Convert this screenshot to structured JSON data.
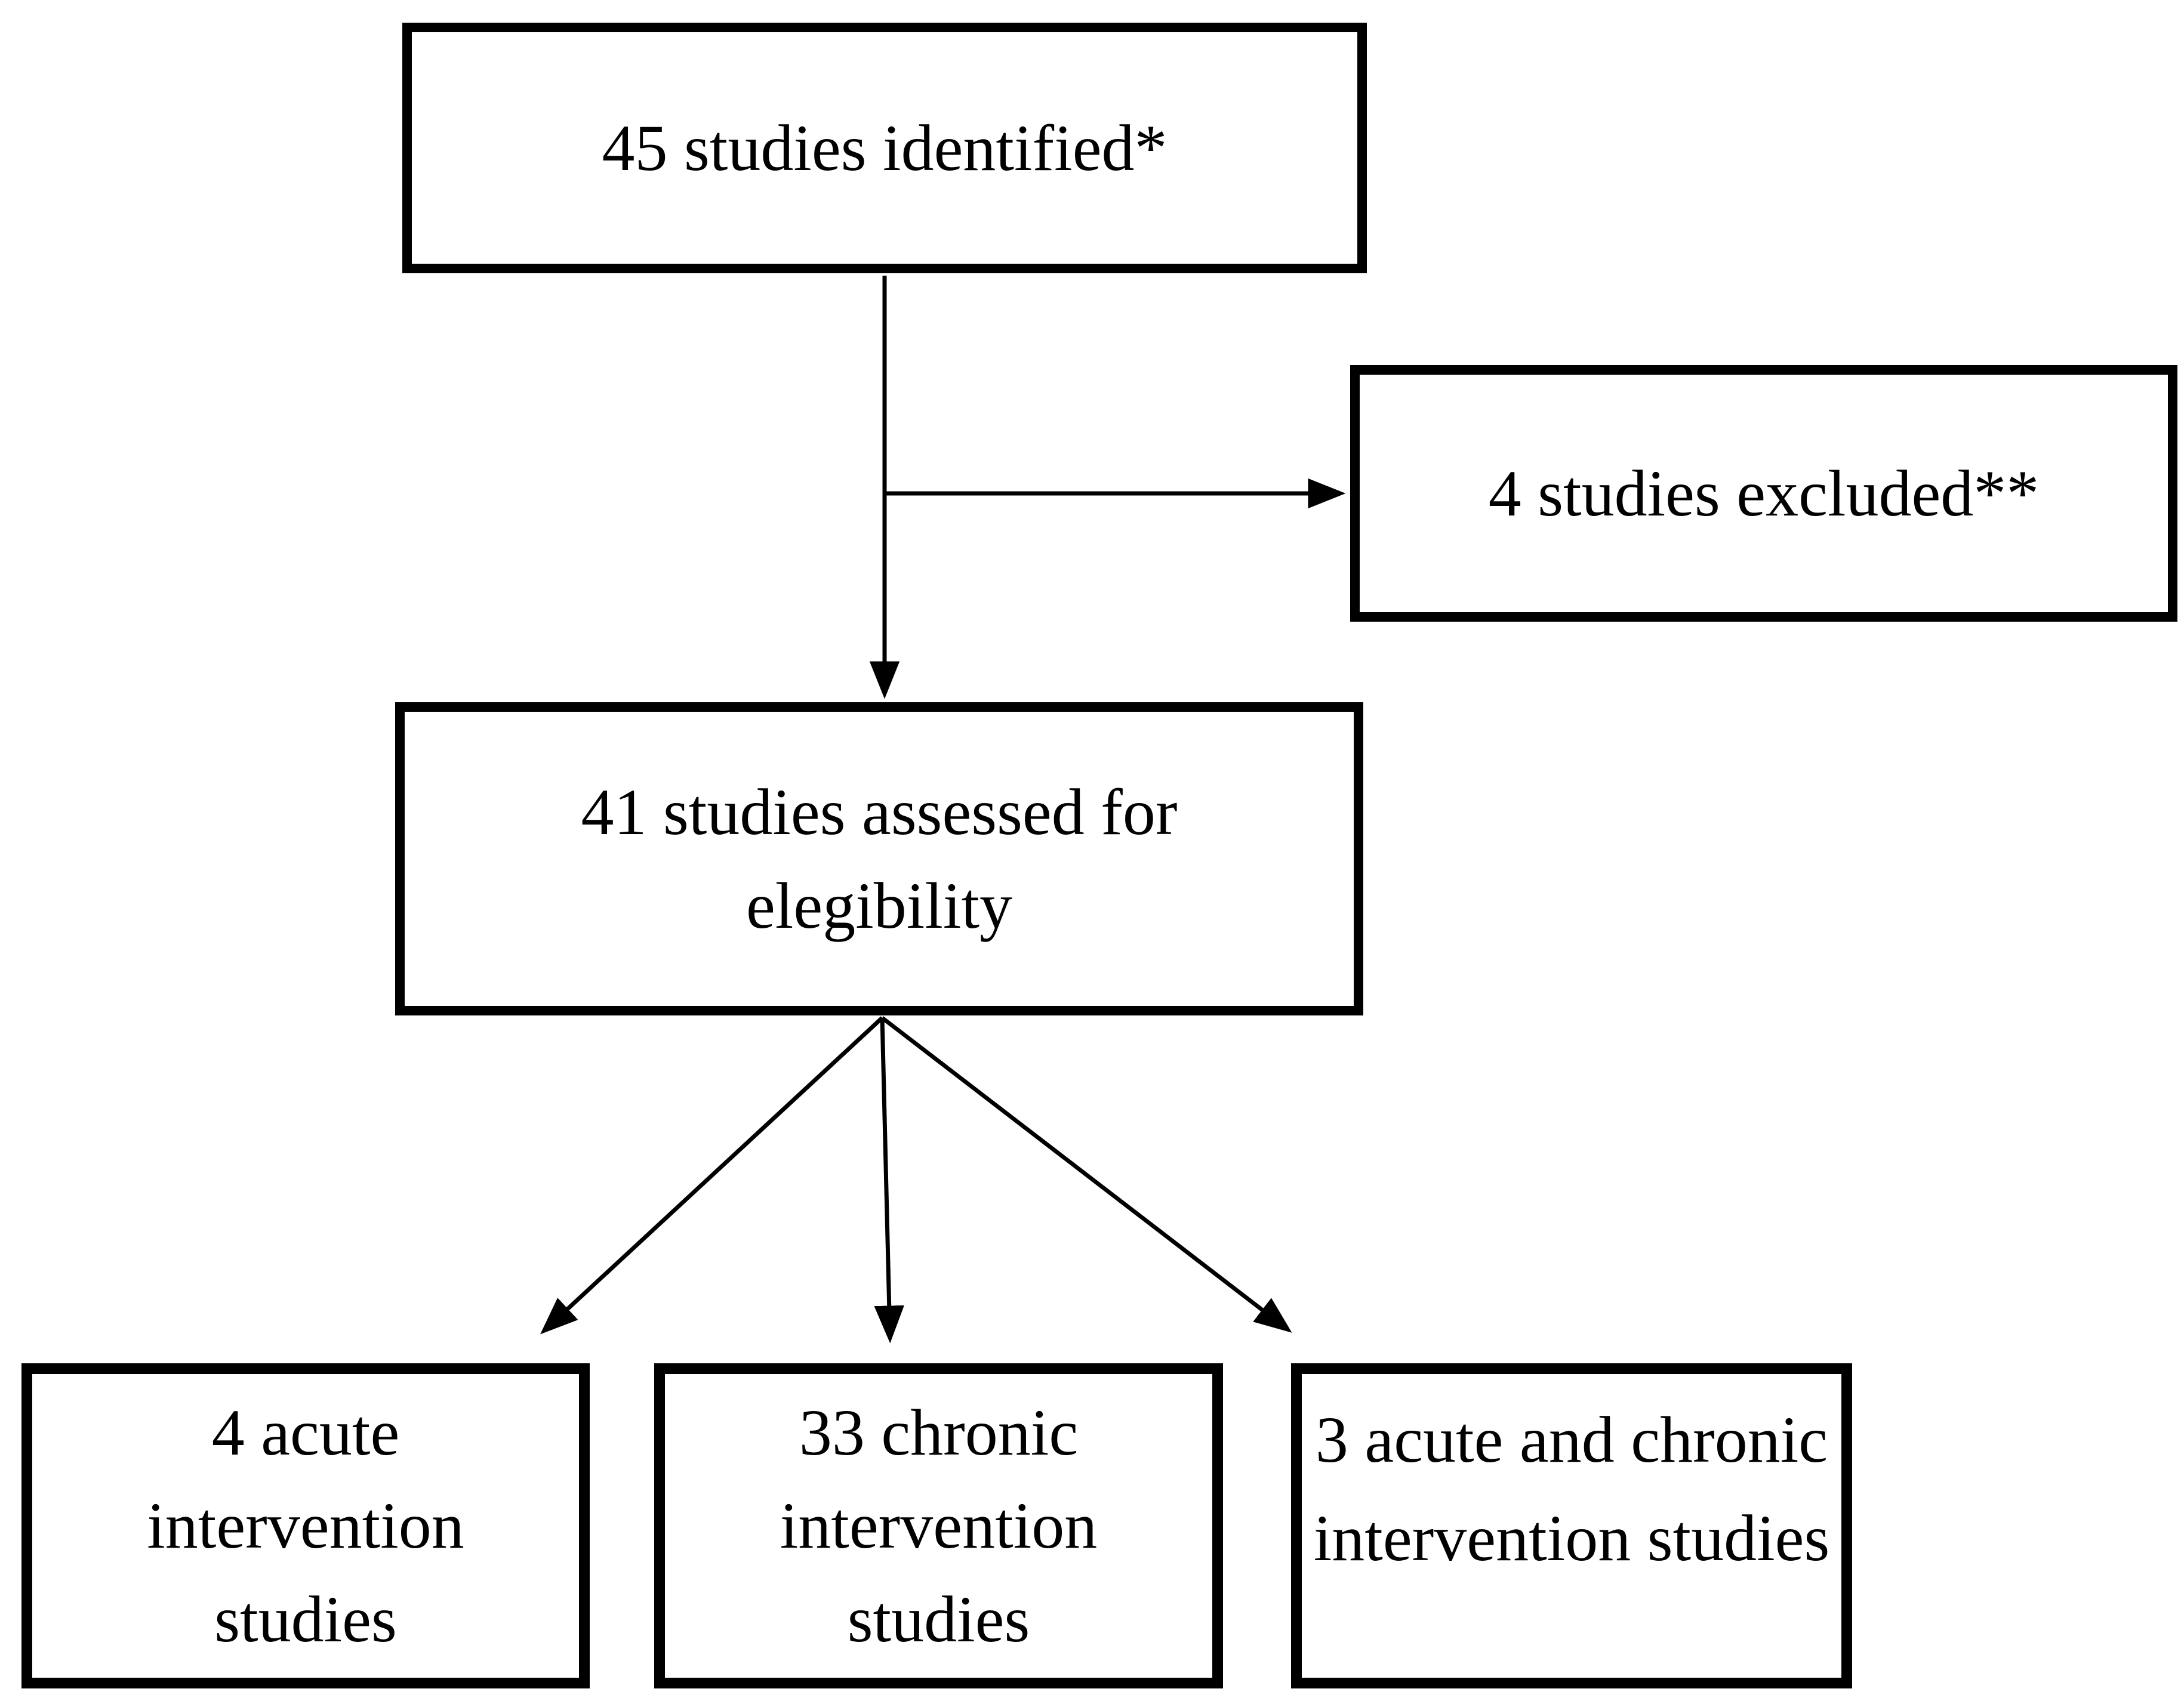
{
  "flowchart": {
    "background_color": "#ffffff",
    "box_border_color": "#000000",
    "text_color": "#000000",
    "arrow_color": "#000000",
    "nodes": [
      {
        "id": "identified",
        "label": "45 studies identified*",
        "lines": [
          "45 studies identified*"
        ]
      },
      {
        "id": "excluded",
        "label": "4 studies excluded**",
        "lines": [
          "4 studies excluded**"
        ]
      },
      {
        "id": "assessed",
        "label": "41 studies assessed for elegibility",
        "lines": [
          "41 studies assessed for",
          "elegibility"
        ]
      },
      {
        "id": "acute",
        "label": "4 acute intervention studies",
        "lines": [
          "4 acute",
          "intervention",
          "studies"
        ]
      },
      {
        "id": "chronic",
        "label": "33 chronic intervention studies",
        "lines": [
          "33 chronic",
          "intervention",
          "studies"
        ]
      },
      {
        "id": "acute-chronic",
        "label": "3 acute and chronic intervention studies",
        "lines": [
          "3 acute and chronic",
          "intervention studies"
        ]
      }
    ],
    "edges": [
      {
        "from": "identified",
        "to": "assessed",
        "style": "arrow-down"
      },
      {
        "from": "identified",
        "to": "excluded",
        "style": "arrow-branch-right"
      },
      {
        "from": "assessed",
        "to": "acute",
        "style": "arrow-diagonal"
      },
      {
        "from": "assessed",
        "to": "chronic",
        "style": "arrow-down"
      },
      {
        "from": "assessed",
        "to": "acute-chronic",
        "style": "arrow-diagonal"
      }
    ]
  }
}
